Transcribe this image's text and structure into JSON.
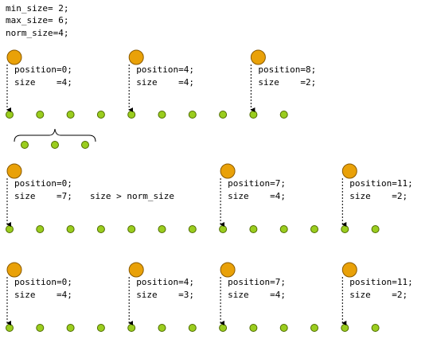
{
  "header": {
    "lines": [
      "min_size= 2;",
      "max_size= 6;",
      "norm_size=4;"
    ]
  },
  "rows": [
    {
      "dots": 10,
      "nodes": [
        {
          "index": 0,
          "position_text": "position=0;",
          "size_text": "size    =4;",
          "note": ""
        },
        {
          "index": 4,
          "position_text": "position=4;",
          "size_text": "size    =4;",
          "note": ""
        },
        {
          "index": 8,
          "position_text": "position=8;",
          "size_text": "size    =2;",
          "note": ""
        }
      ],
      "insert_dots": 3
    },
    {
      "dots": 13,
      "nodes": [
        {
          "index": 0,
          "position_text": "position=0;",
          "size_text": "size    =7;",
          "note": "size > norm_size"
        },
        {
          "index": 7,
          "position_text": "position=7;",
          "size_text": "size    =4;",
          "note": ""
        },
        {
          "index": 11,
          "position_text": "position=11;",
          "size_text": "size    =2;",
          "note": ""
        }
      ]
    },
    {
      "dots": 13,
      "nodes": [
        {
          "index": 0,
          "position_text": "position=0;",
          "size_text": "size    =4;",
          "note": ""
        },
        {
          "index": 4,
          "position_text": "position=4;",
          "size_text": "size    =3;",
          "note": ""
        },
        {
          "index": 7,
          "position_text": "position=7;",
          "size_text": "size    =4;",
          "note": ""
        },
        {
          "index": 11,
          "position_text": "position=11;",
          "size_text": "size    =2;",
          "note": ""
        }
      ]
    }
  ],
  "colors": {
    "node_fill": "#E9A108",
    "node_stroke": "#8A5A00",
    "dot_fill": "#9ACD1E",
    "dot_stroke": "#4F6B00",
    "line": "#000000"
  }
}
